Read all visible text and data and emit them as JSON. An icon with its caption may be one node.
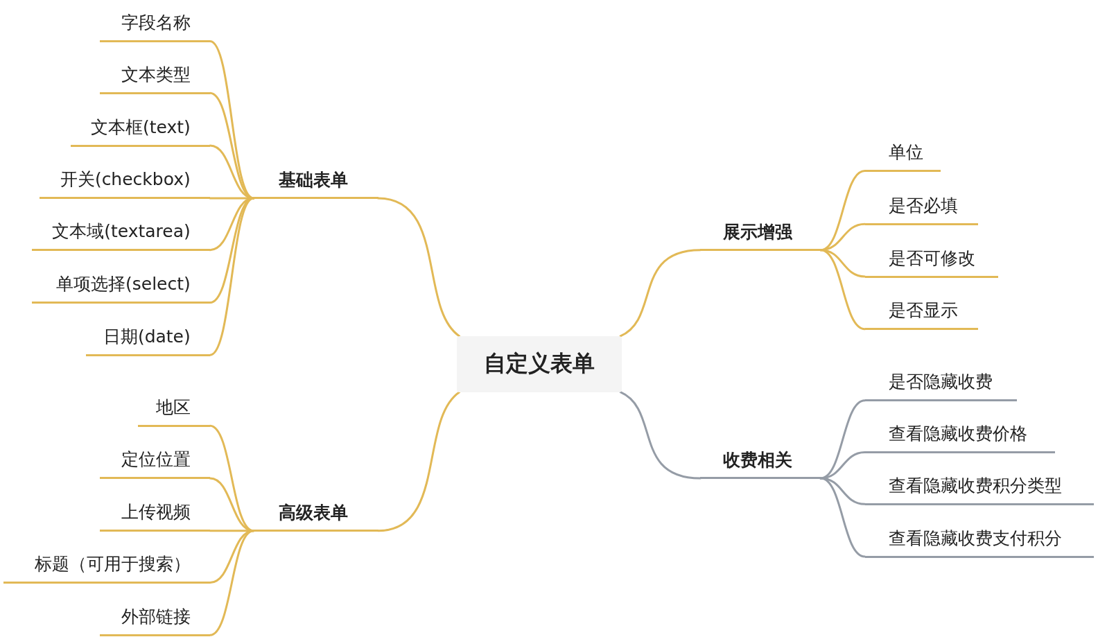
{
  "diagram": {
    "nodes": [
      {
        "text": [
          "自定义表单"
        ]
      },
      {
        "text": [
          "基础表单"
        ]
      },
      {
        "text": [
          "字段名称"
        ]
      },
      {
        "text": [
          "文本类型"
        ]
      },
      {
        "text": [
          "文本框(text)"
        ]
      },
      {
        "text": [
          "开关(checkbox)"
        ]
      },
      {
        "text": [
          "文本域(textarea)"
        ]
      },
      {
        "text": [
          "单项选择(select)"
        ]
      },
      {
        "text": [
          "日期(date)"
        ]
      },
      {
        "text": [
          "高级表单"
        ]
      },
      {
        "text": [
          "地区"
        ]
      },
      {
        "text": [
          "定位位置"
        ]
      },
      {
        "text": [
          "上传视频"
        ]
      },
      {
        "text": [
          "标题（可用于搜索）"
        ]
      },
      {
        "text": [
          "外部链接"
        ]
      },
      {
        "text": [
          "展示增强"
        ]
      },
      {
        "text": [
          "单位"
        ]
      },
      {
        "text": [
          "是否必填"
        ]
      },
      {
        "text": [
          "是否可修改"
        ]
      },
      {
        "text": [
          "是否显示"
        ]
      },
      {
        "text": [
          "收费相关"
        ]
      },
      {
        "text": [
          "是否隐藏收费"
        ]
      },
      {
        "text": [
          "查看隐藏收费价格"
        ]
      },
      {
        "text": [
          "查看隐藏收费积分类型"
        ]
      },
      {
        "text": [
          "查看隐藏收费支付积分"
        ]
      }
    ],
    "edges": [
      {
        "from": 0,
        "to": 1,
        "arrow": "none"
      },
      {
        "from": 1,
        "to": 2,
        "arrow": "none"
      },
      {
        "from": 1,
        "to": 3,
        "arrow": "none"
      },
      {
        "from": 1,
        "to": 4,
        "arrow": "none"
      },
      {
        "from": 1,
        "to": 5,
        "arrow": "none"
      },
      {
        "from": 1,
        "to": 6,
        "arrow": "none"
      },
      {
        "from": 1,
        "to": 7,
        "arrow": "none"
      },
      {
        "from": 1,
        "to": 8,
        "arrow": "none"
      },
      {
        "from": 0,
        "to": 9,
        "arrow": "none"
      },
      {
        "from": 9,
        "to": 10,
        "arrow": "none"
      },
      {
        "from": 9,
        "to": 11,
        "arrow": "none"
      },
      {
        "from": 9,
        "to": 12,
        "arrow": "none"
      },
      {
        "from": 9,
        "to": 13,
        "arrow": "none"
      },
      {
        "from": 9,
        "to": 14,
        "arrow": "none"
      },
      {
        "from": 0,
        "to": 15,
        "arrow": "none"
      },
      {
        "from": 15,
        "to": 16,
        "arrow": "none"
      },
      {
        "from": 15,
        "to": 17,
        "arrow": "none"
      },
      {
        "from": 15,
        "to": 18,
        "arrow": "none"
      },
      {
        "from": 15,
        "to": 19,
        "arrow": "none"
      },
      {
        "from": 0,
        "to": 20,
        "arrow": "none",
        "color": "#959ca6"
      },
      {
        "from": 20,
        "to": 21,
        "arrow": "none",
        "color": "#959ca6"
      },
      {
        "from": 20,
        "to": 22,
        "arrow": "none",
        "color": "#959ca6"
      },
      {
        "from": 20,
        "to": 23,
        "arrow": "none",
        "color": "#959ca6"
      },
      {
        "from": 20,
        "to": 24,
        "arrow": "none",
        "color": "#959ca6"
      }
    ]
  }
}
